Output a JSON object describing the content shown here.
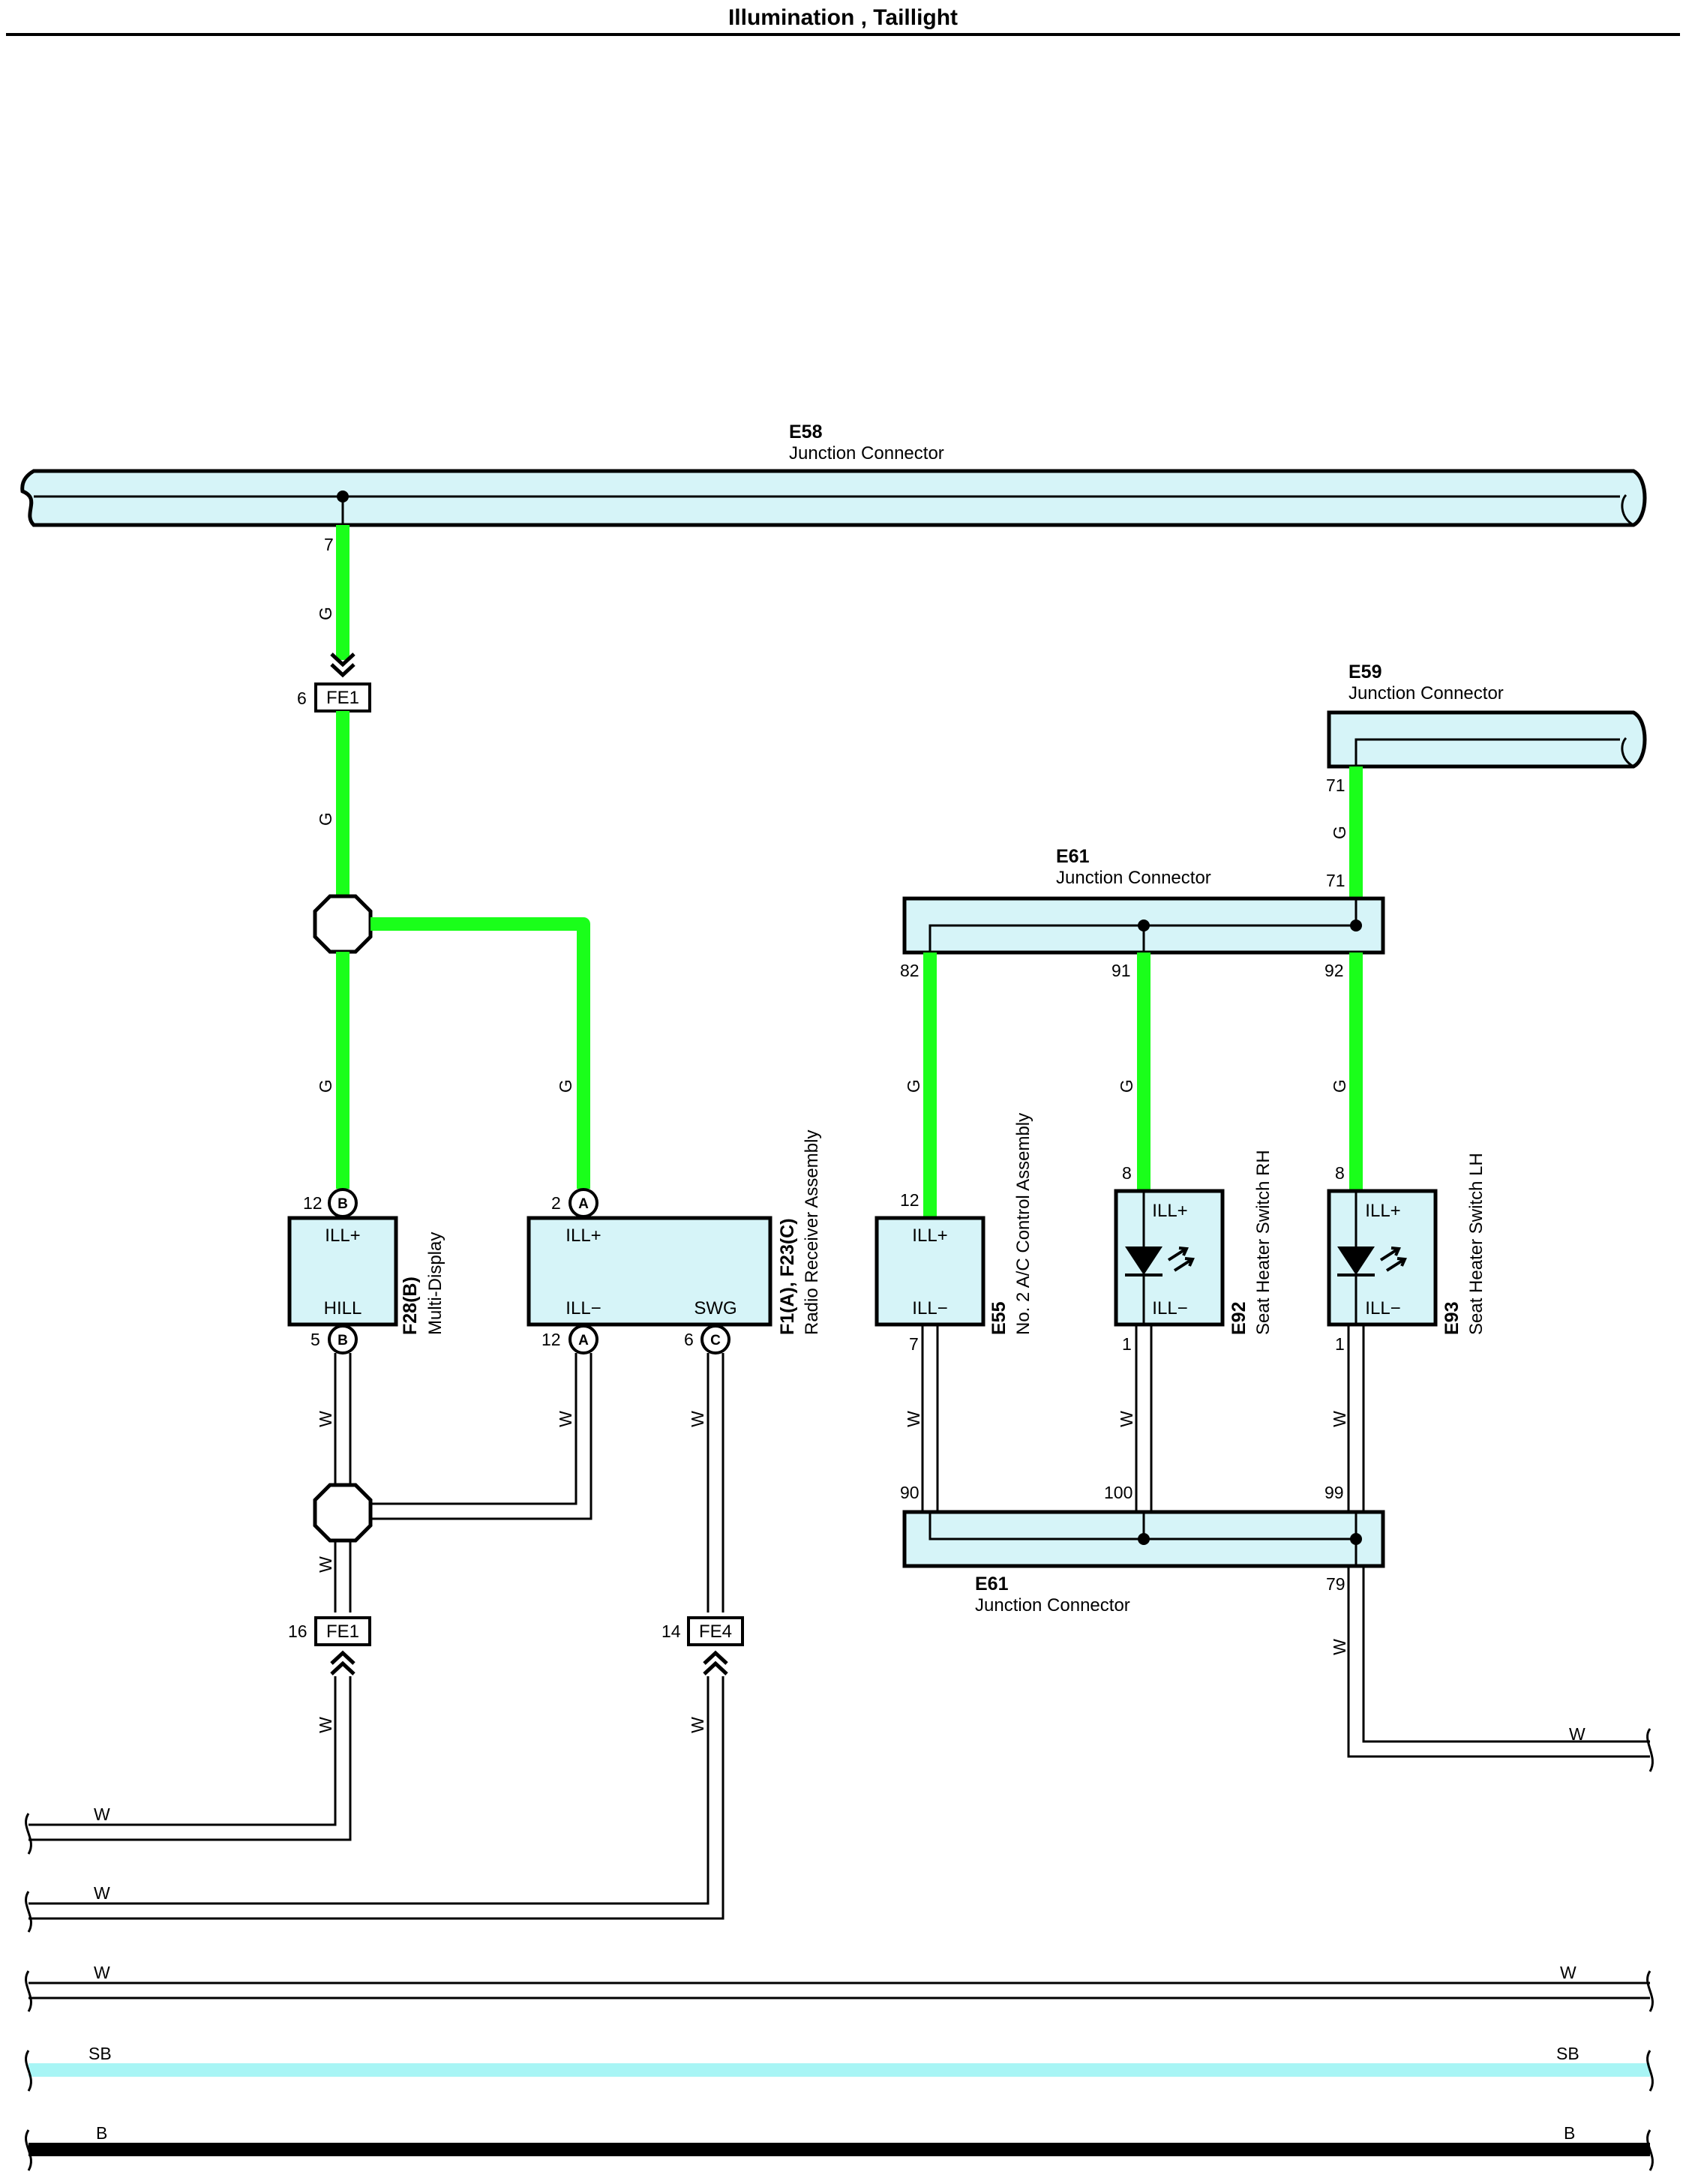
{
  "title": "Illumination , Taillight",
  "colors": {
    "G": "#1aff1a",
    "SB": "#a8f5f5",
    "B": "#000000",
    "W": "#ffffff",
    "component_fill": "#d6f4f8"
  },
  "connectors": {
    "e58": {
      "code": "E58",
      "name": "Junction Connector"
    },
    "e59": {
      "code": "E59",
      "name": "Junction Connector"
    },
    "e61_top": {
      "code": "E61",
      "name": "Junction Connector"
    },
    "e61_bottom": {
      "code": "E61",
      "name": "Junction Connector"
    },
    "fe1_top": {
      "code": "FE1",
      "pin": "6"
    },
    "fe1_bottom": {
      "code": "FE1",
      "pin": "16"
    },
    "fe4": {
      "code": "FE4",
      "pin": "14"
    }
  },
  "components": {
    "multi_display": {
      "code": "F28(B)",
      "name": "Multi-Display",
      "t1": "ILL+",
      "t2": "HILL",
      "pin_top": "12",
      "badge_top": "B",
      "pin_bottom": "5",
      "badge_bottom": "B"
    },
    "radio": {
      "code": "F1(A), F23(C)",
      "name": "Radio Receiver Assembly",
      "t1": "ILL+",
      "t2": "ILL−",
      "t3": "SWG",
      "pin_top": "2",
      "badge_top": "A",
      "pin_b1": "12",
      "badge_b1": "A",
      "pin_b2": "6",
      "badge_b2": "C"
    },
    "ac": {
      "code": "E55",
      "name": "No. 2 A/C Control Assembly",
      "t1": "ILL+",
      "t2": "ILL−",
      "pin_top": "12",
      "pin_bottom": "7"
    },
    "seat_rh": {
      "code": "E92",
      "name": "Seat Heater Switch RH",
      "t1": "ILL+",
      "t2": "ILL−",
      "pin_top": "8",
      "pin_bottom": "1"
    },
    "seat_lh": {
      "code": "E93",
      "name": "Seat Heater Switch LH",
      "t1": "ILL+",
      "t2": "ILL−",
      "pin_top": "8",
      "pin_bottom": "1"
    }
  },
  "pins": {
    "e58_7": "7",
    "e59_71": "71",
    "e61_71": "71",
    "e61_82": "82",
    "e61_91": "91",
    "e61_92": "92",
    "e61_90": "90",
    "e61_100": "100",
    "e61_99": "99",
    "e61_79": "79"
  },
  "wire_labels": {
    "g1": "G",
    "g2": "G",
    "g3": "G",
    "g4": "G",
    "g5": "G",
    "g6": "G",
    "g7": "G",
    "g8": "G",
    "w1": "W",
    "w2": "W",
    "w3": "W",
    "w4": "W",
    "w5": "W",
    "w6": "W",
    "w7": "W",
    "w8": "W",
    "w9": "W",
    "w10": "W",
    "bus1": "W",
    "bus2": "W",
    "bus3": "W",
    "bus3r": "W",
    "bus4": "W",
    "sb_l": "SB",
    "sb_r": "SB",
    "b_l": "B",
    "b_r": "B"
  }
}
